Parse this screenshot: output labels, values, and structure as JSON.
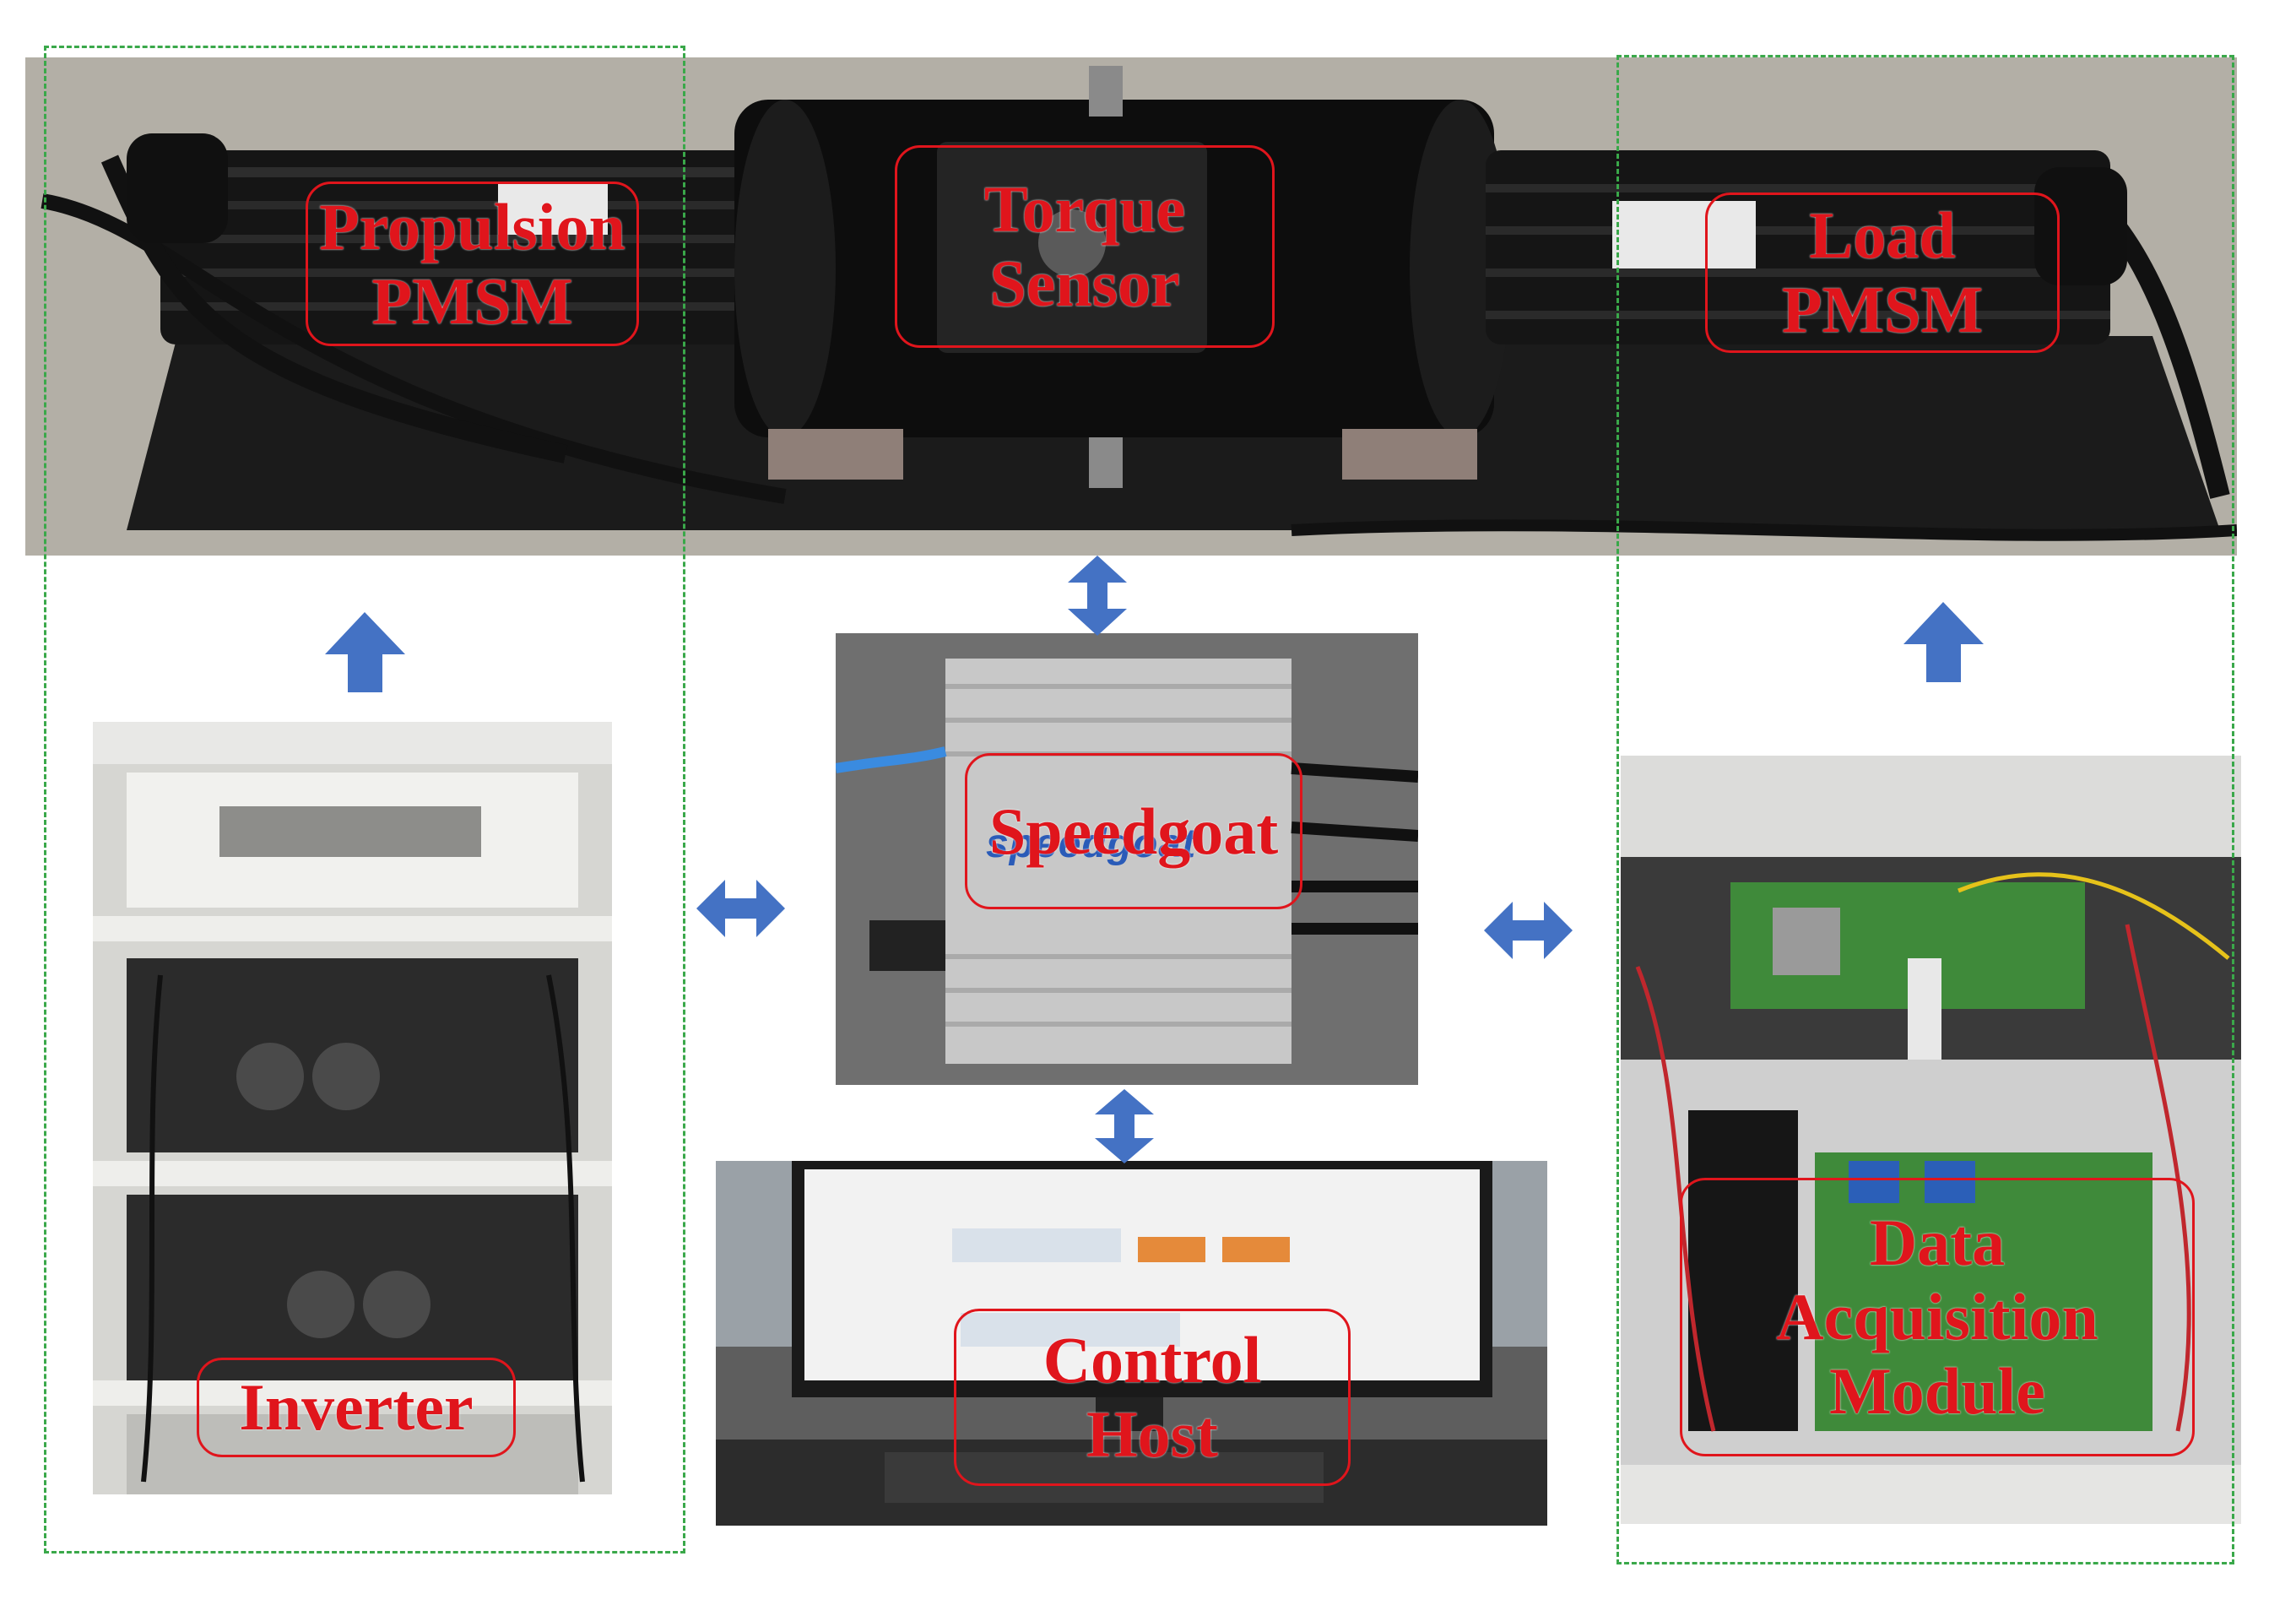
{
  "labels": {
    "propulsion": [
      "Propulsion",
      "PMSM"
    ],
    "torque": [
      "Torque",
      "Sensor"
    ],
    "load": [
      "Load",
      "PMSM"
    ],
    "speedgoat": [
      "Speedgoat"
    ],
    "inverter": [
      "Inverter"
    ],
    "control": [
      "Control",
      "Host"
    ],
    "daq": [
      "Data",
      "Acquisition",
      "Module"
    ]
  },
  "brand_text": "speedgoat",
  "icons": {
    "up_arrow": "up-arrow-icon",
    "double_h": "double-horizontal-arrow-icon",
    "double_v": "double-vertical-arrow-icon"
  },
  "colors": {
    "label_red": "#e0151c",
    "arrow_blue": "#4472c4",
    "dash_green": "#3aa84a"
  }
}
